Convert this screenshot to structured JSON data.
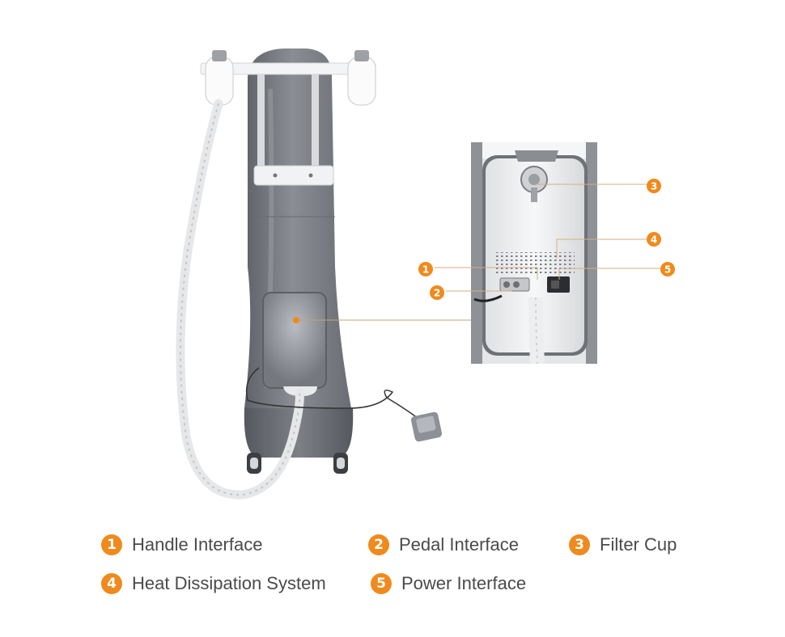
{
  "colors": {
    "accent": "#f08a1c",
    "body_gray": "#7a7d83",
    "label_text": "#4a4a4a",
    "panel_white": "#f2f3f5"
  },
  "callouts": [
    {
      "number": "1",
      "label": "Handle Interface"
    },
    {
      "number": "2",
      "label": "Pedal Interface"
    },
    {
      "number": "3",
      "label": "Filter Cup"
    },
    {
      "number": "4",
      "label": "Heat Dissipation System"
    },
    {
      "number": "5",
      "label": "Power Interface"
    }
  ]
}
